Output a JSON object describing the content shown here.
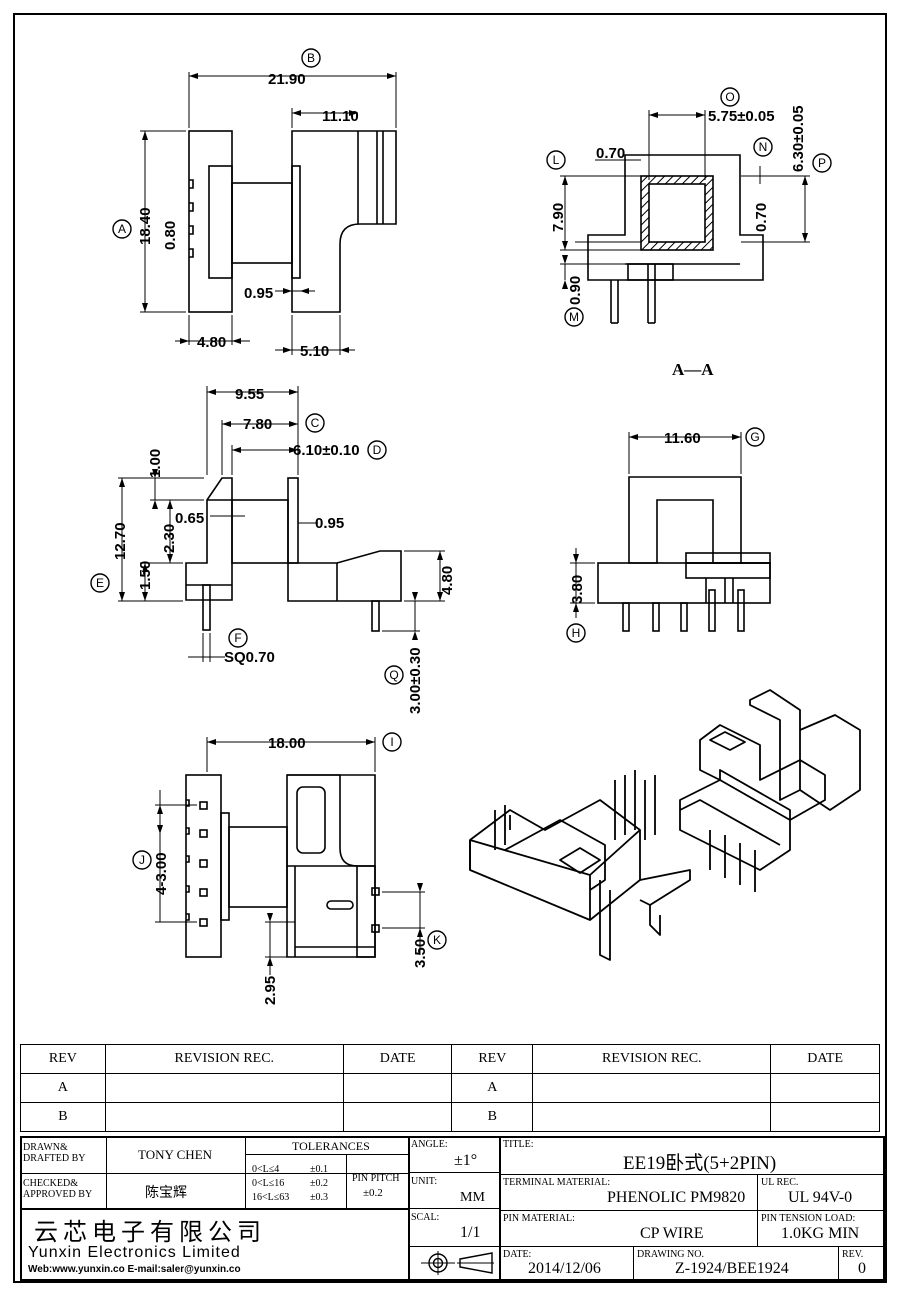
{
  "dims": {
    "b_width": "21.90",
    "w_11_10": "11.10",
    "a_height": "18.40",
    "w_0_80": "0.80",
    "w_0_95_top": "0.95",
    "w_4_80": "4.80",
    "w_5_10": "5.10",
    "o_5_75": "5.75±0.05",
    "w_0_70_left": "0.70",
    "p_6_30": "6.30±0.05",
    "h_7_90": "7.90",
    "w_0_70_right": "0.70",
    "m_0_90": "0.90",
    "section_label": "A—A",
    "w_9_55": "9.55",
    "c_7_80": "7.80",
    "d_6_10": "6.10±0.10",
    "h_1_00": "1.00",
    "e_12_70": "12.70",
    "w_0_65": "0.65",
    "h_2_30": "2.30",
    "h_1_50": "1.50",
    "w_0_95_mid": "0.95",
    "h_4_80": "4.80",
    "f_sq": "SQ0.70",
    "q_3_00": "3.00±0.30",
    "g_11_60": "11.60",
    "h_3_80": "3.80",
    "i_18_00": "18.00",
    "j_4x3": "4-3.00",
    "w_2_95": "2.95",
    "k_3_50": "3.50"
  },
  "balloons": [
    "A",
    "B",
    "C",
    "D",
    "E",
    "F",
    "G",
    "H",
    "I",
    "J",
    "K",
    "L",
    "M",
    "N",
    "O",
    "P",
    "Q"
  ],
  "revision_table": {
    "headers": [
      "REV",
      "REVISION REC.",
      "DATE",
      "REV",
      "REVISION REC.",
      "DATE"
    ],
    "rows": [
      [
        "A",
        "",
        "",
        "A",
        "",
        ""
      ],
      [
        "B",
        "",
        "",
        "B",
        "",
        ""
      ]
    ]
  },
  "title_block": {
    "drawn_label": "DRAWN& DRAFTED BY",
    "drawn_by": "TONY CHEN",
    "checked_label": "CHECKED& APPROVED BY",
    "checked_by": "陈宝辉",
    "tolerances_label": "TOLERANCES",
    "tol_rows": [
      {
        "range": "0<L≤4",
        "tol": "±0.1"
      },
      {
        "range": "0<L≤16",
        "tol": "±0.2"
      },
      {
        "range": "16<L≤63",
        "tol": "±0.3"
      }
    ],
    "pin_pitch_label": "PIN PITCH",
    "pin_pitch": "±0.2",
    "angle_label": "ANGLE:",
    "angle": "±1°",
    "unit_label": "UNIT:",
    "unit": "MM",
    "scale_label": "SCAL:",
    "scale": "1/1",
    "title_label": "TITLE:",
    "title": "EE19卧式(5+2PIN)",
    "terminal_label": "TERMINAL MATERIAL:",
    "terminal": "PHENOLIC PM9820",
    "ul_label": "UL REC.",
    "ul": "UL 94V-0",
    "pin_mat_label": "PIN MATERIAL:",
    "pin_mat": "CP WIRE",
    "tension_label": "PIN TENSION LOAD:",
    "tension": "1.0KG MIN",
    "date_label": "DATE:",
    "date": "2014/12/06",
    "drawing_label": "DRAWING NO.",
    "drawing_no": "Z-1924/BEE1924",
    "rev_label": "REV.",
    "rev": "0",
    "company_cn": "云芯电子有限公司",
    "company_en": "Yunxin Electronics Limited",
    "company_web": "Web:www.yunxin.co E-mail:saler@yunxin.co"
  }
}
